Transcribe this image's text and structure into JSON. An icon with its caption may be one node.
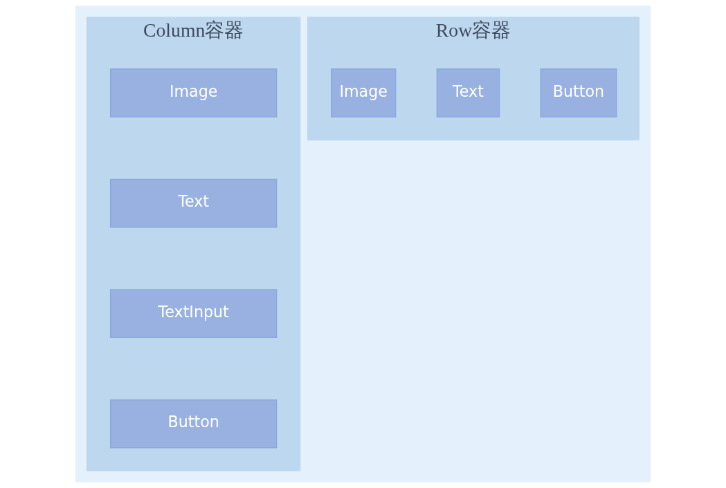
{
  "diagram": {
    "nodes": [
      {
        "text": [
          "Column容器"
        ]
      },
      {
        "text": [
          "Image"
        ],
        "in": 0
      },
      {
        "text": [
          "Text"
        ],
        "in": 0
      },
      {
        "text": [
          "TextInput"
        ],
        "in": 0
      },
      {
        "text": [
          "Button"
        ],
        "in": 0
      },
      {
        "text": [
          "Row容器"
        ]
      },
      {
        "text": [
          "Image"
        ],
        "in": 5
      },
      {
        "text": [
          "Text"
        ],
        "in": 5
      },
      {
        "text": [
          "Button"
        ],
        "in": 5
      }
    ]
  }
}
